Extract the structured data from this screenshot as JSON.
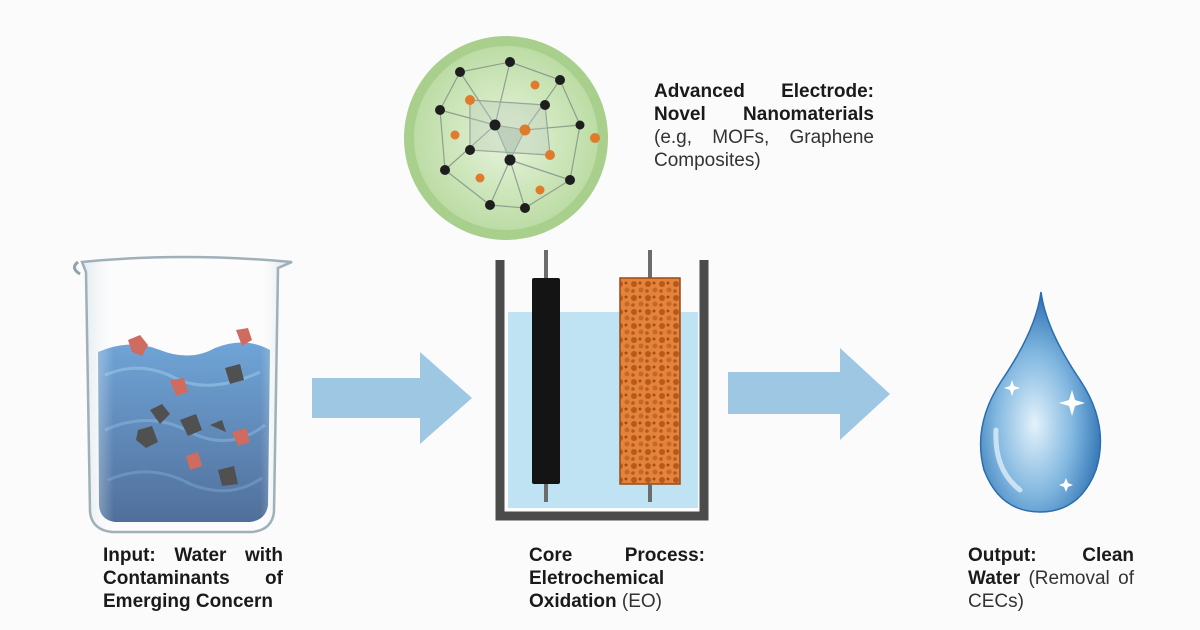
{
  "labels": {
    "electrode": {
      "bold": "Advanced Electrode: Novel Nanomaterials",
      "regular": "(e.g, MOFs, Graphene Composites)"
    },
    "input": {
      "bold": "Input: Water with Contaminants of Emerging Concern",
      "regular": ""
    },
    "process": {
      "bold": "Core Process: Eletrochemical Oxidation",
      "regular": "(EO)"
    },
    "output": {
      "bold": "Output: Clean Water",
      "regular": "(Removal of CECs)"
    }
  },
  "colors": {
    "arrow": "#9ec7e3",
    "water_deep": "#1f5fa6",
    "water_light": "#bfe3f3",
    "contaminant_red": "#c0392b",
    "contaminant_black": "#151515",
    "electrode_orange": "#e07b2c",
    "nano_green": "#c9e6b5",
    "droplet_blue": "#3e86c8"
  },
  "icons": [
    "beaker-icon",
    "arrow-right-icon",
    "nanomaterial-lattice-icon",
    "electrochemical-cell-icon",
    "water-droplet-icon"
  ]
}
